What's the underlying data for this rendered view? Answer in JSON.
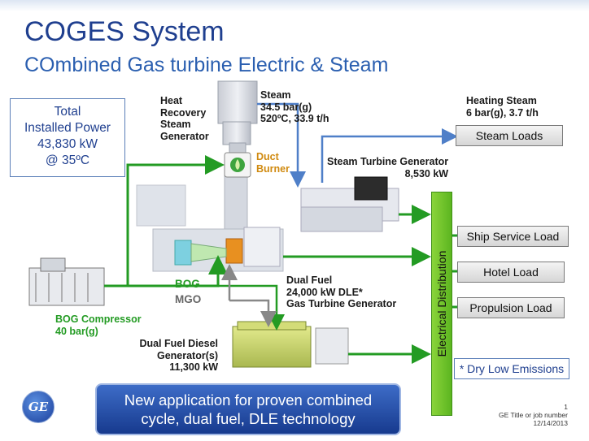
{
  "title": "COGES System",
  "subtitle": "COmbined Gas turbine Electric & Steam",
  "power_box": [
    "Total",
    "Installed Power",
    "43,830 kW",
    "@ 35ºC"
  ],
  "hrsg_label": [
    "Heat",
    "Recovery",
    "Steam",
    "Generator"
  ],
  "steam_label": [
    "Steam",
    "34.5 bar(g)",
    "520ºC, 33.9 t/h"
  ],
  "heating_label": [
    "Heating Steam",
    "6 bar(g), 3.7 t/h"
  ],
  "duct_burner_label": [
    "Duct",
    "Burner"
  ],
  "stg_label": [
    "Steam Turbine Generator",
    "8,530 kW"
  ],
  "gtg_label": [
    "Dual Fuel",
    "24,000 kW DLE*",
    "Gas Turbine Generator"
  ],
  "bog_label": "BOG",
  "mgo_label": "MGO",
  "bog_compressor_label": [
    "BOG Compressor",
    "40 bar(g)"
  ],
  "dfdg_label": [
    "Dual Fuel Diesel",
    "Generator(s)",
    "11,300 kW"
  ],
  "loads": {
    "steam": "Steam Loads",
    "ship_service": "Ship Service Load",
    "hotel": "Hotel Load",
    "propulsion": "Propulsion Load"
  },
  "electrical_distribution": "Electrical Distribution",
  "dle_note": "* Dry Low Emissions",
  "banner": [
    "New application for proven combined",
    "cycle, dual fuel, DLE technology"
  ],
  "ge_logo": "GE",
  "footer": [
    "1",
    "GE Title or job number",
    "12/14/2013"
  ],
  "colors": {
    "title": "#1f3f8f",
    "green": "#239b23",
    "steam_blue": "#4f7fc8"
  }
}
